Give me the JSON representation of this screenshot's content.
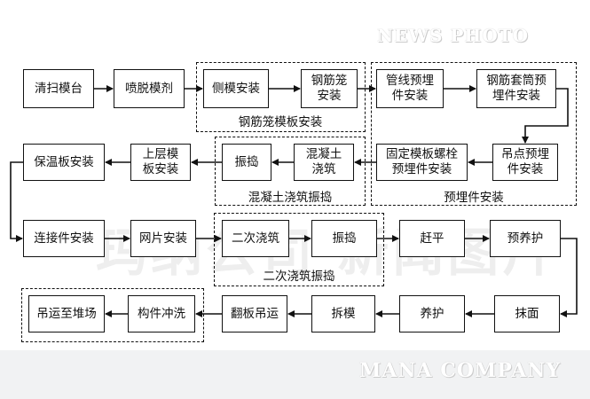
{
  "watermarks": {
    "top": "NEWS PHOTO",
    "middle": "玛纳公司 新闻图片",
    "bottom": "MANA COMPANY"
  },
  "nodes": {
    "clean_mold_table": "清扫模台",
    "spray_release_agent": "喷脱模剂",
    "side_form_install": "侧模安装",
    "rebar_cage_install": "钢筋笼\n安装",
    "pipeline_embed_install": "管线预埋\n件安装",
    "rebar_sleeve_embed_install": "钢筋套筒预\n埋件安装",
    "lifting_point_embed_install": "吊点预埋\n件安装",
    "fixed_formwork_bolt_embed_install": "固定模板螺栓\n预埋件安装",
    "concrete_pouring": "混凝土\n浇筑",
    "vibrating_1": "振捣",
    "upper_form_install": "上层模\n板安装",
    "insulation_board_install": "保温板安装",
    "connector_install": "连接件安装",
    "mesh_install": "网片安装",
    "secondary_pouring": "二次浇筑",
    "vibrating_2": "振捣",
    "leveling": "赶平",
    "pre_curing": "预养护",
    "troweling": "抹面",
    "curing": "养护",
    "demolding": "拆模",
    "flip_lifting": "翻板吊运",
    "component_washing": "构件冲洗",
    "lift_to_storage_yard": "吊运至堆场"
  },
  "groups": {
    "rebar_cage_formwork_install": "钢筋笼模板安装",
    "embed_install": "预埋件安装",
    "concrete_pouring_vibrating": "混凝土浇筑振捣",
    "secondary_pouring_vibrating": "二次浇筑振捣"
  },
  "colors": {
    "stroke": "#111111",
    "background": "#ffffff",
    "band": "#f1f2f3"
  }
}
